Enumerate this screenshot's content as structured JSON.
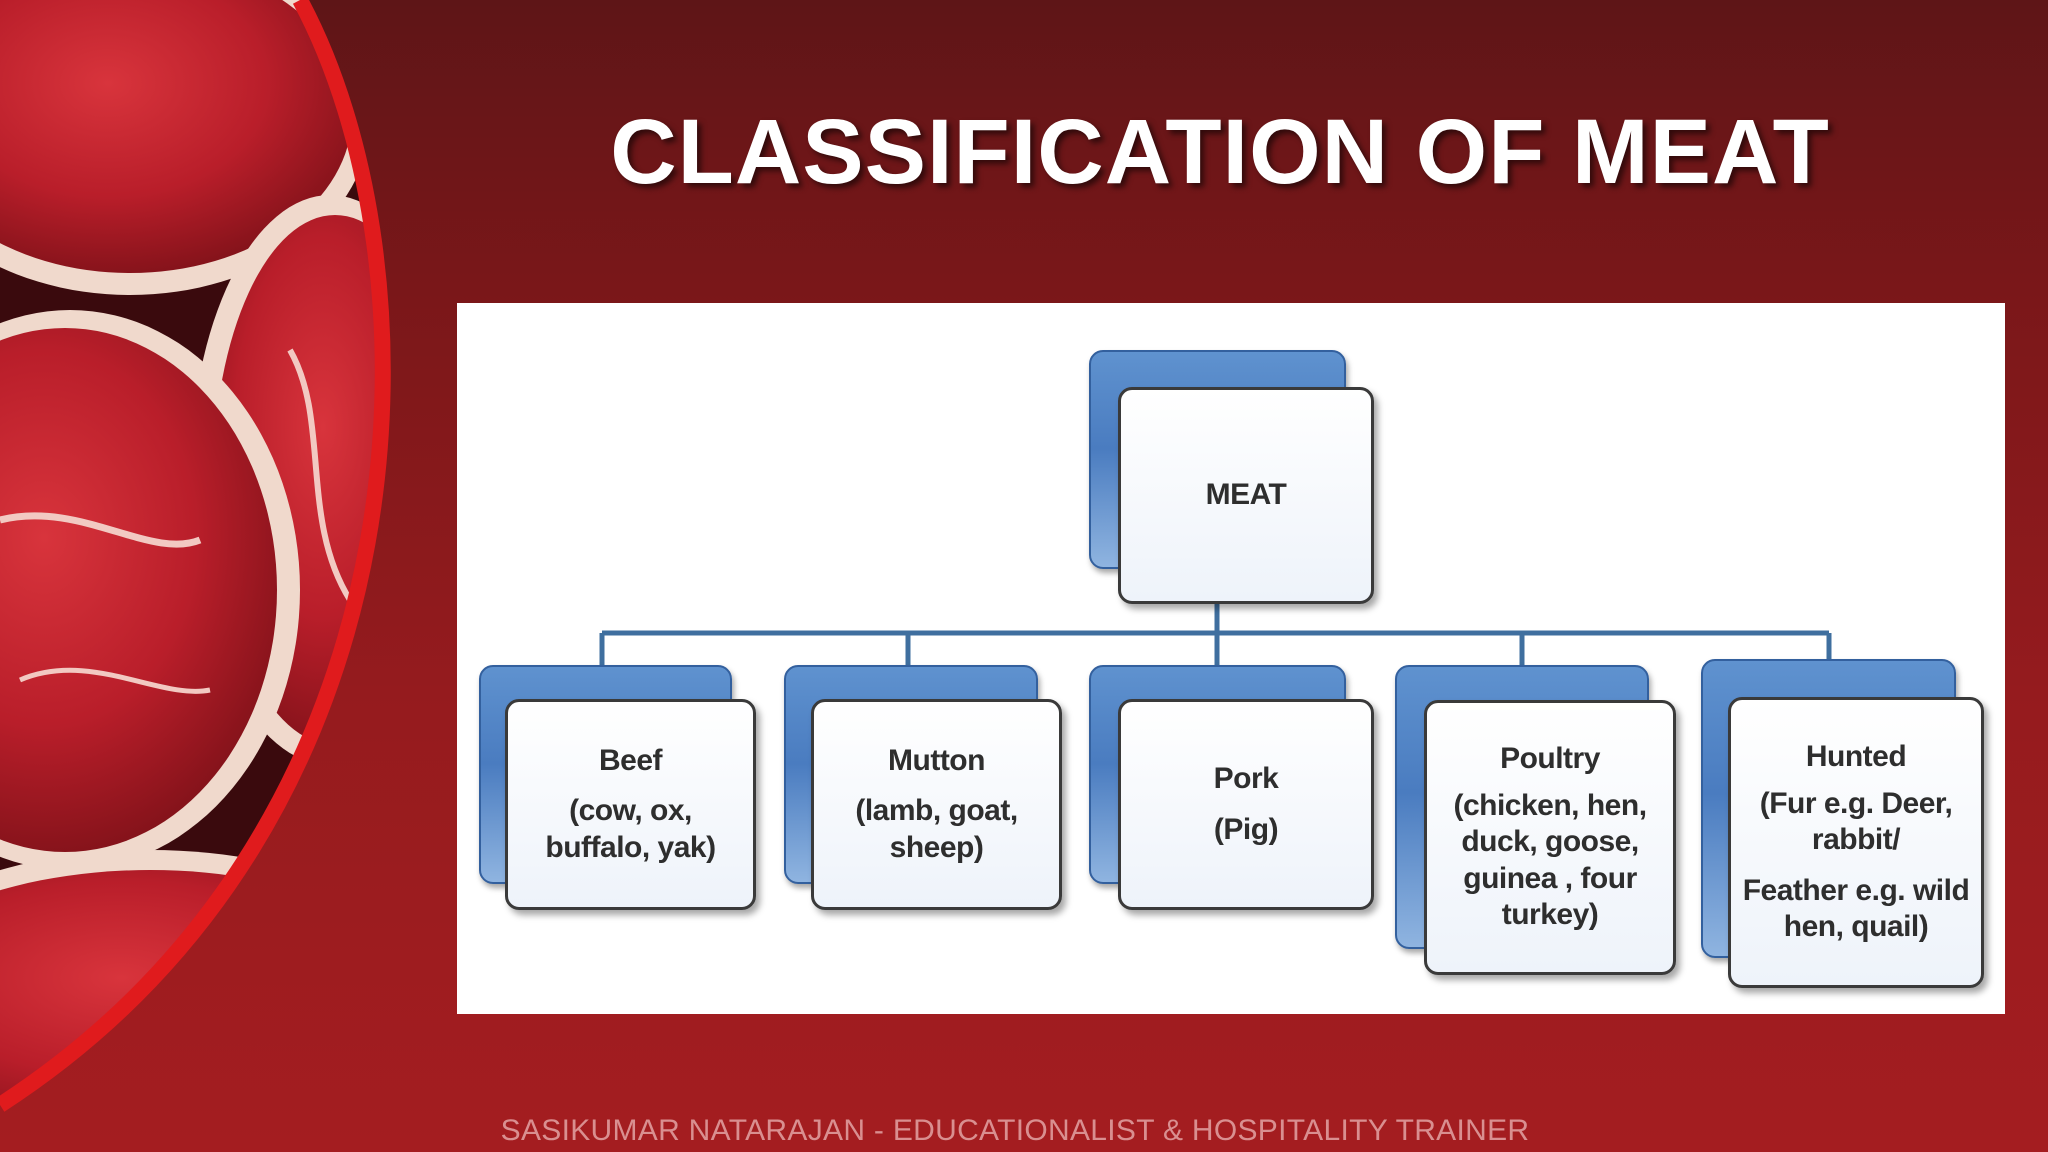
{
  "slide": {
    "title": "CLASSIFICATION OF MEAT",
    "footer": "SASIKUMAR NATARAJAN - EDUCATIONALIST & HOSPITALITY TRAINER"
  },
  "colors": {
    "background": "#951b1e",
    "accent_red": "#e01b1d",
    "node_blue": "#4a7cc0",
    "connector": "#3f6f9f"
  },
  "diagram": {
    "root": {
      "label": "MEAT"
    },
    "children": [
      {
        "name": "Beef",
        "detail": "(cow, ox, buffalo, yak)"
      },
      {
        "name": "Mutton",
        "detail": "(lamb, goat, sheep)"
      },
      {
        "name": "Pork",
        "detail": "(Pig)"
      },
      {
        "name": "Poultry",
        "detail": "(chicken, hen, duck, goose, guinea , four turkey)"
      },
      {
        "name": "Hunted",
        "detail": "(Fur e.g. Deer, rabbit/",
        "detail2": "Feather e.g. wild hen, quail)"
      }
    ]
  }
}
